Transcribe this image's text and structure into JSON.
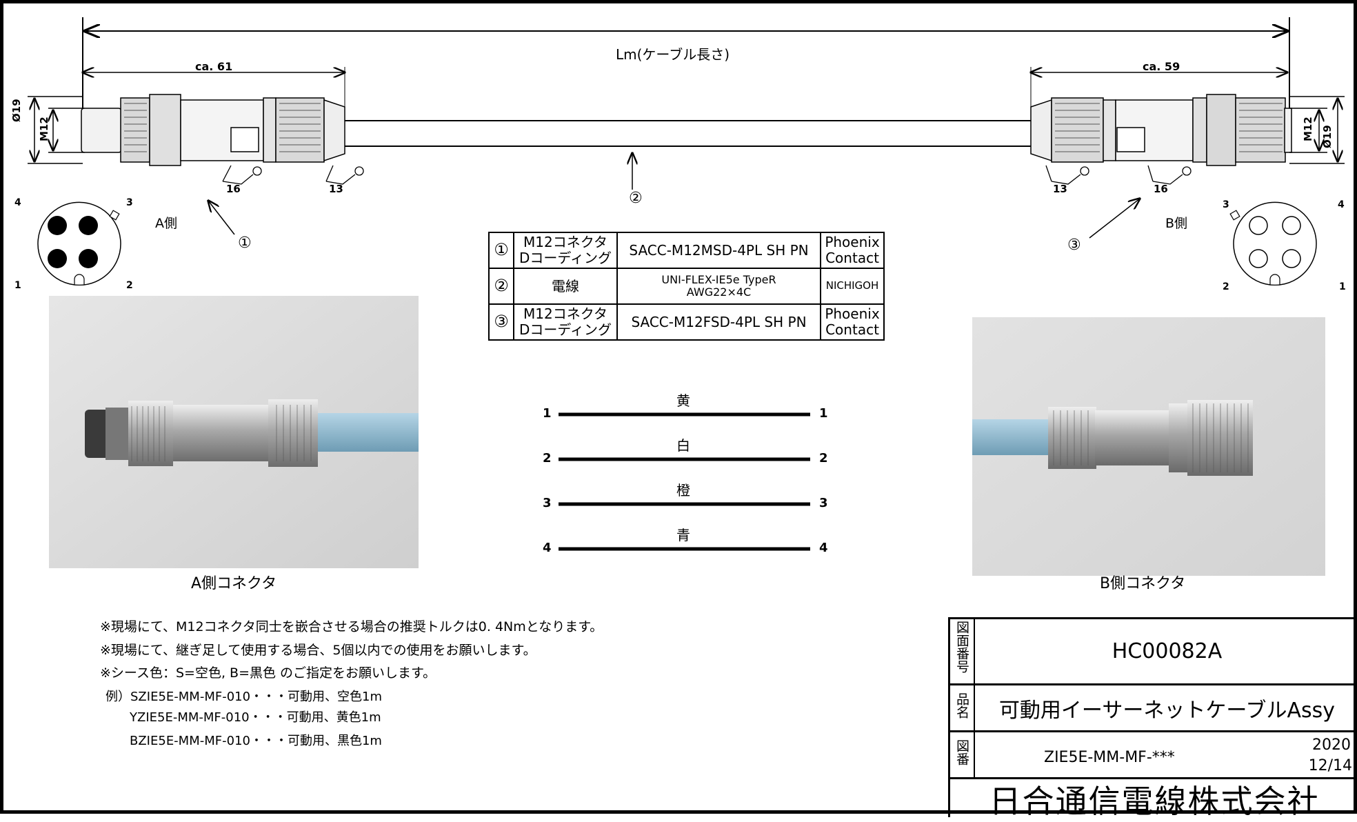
{
  "dimensions": {
    "cable_length": "Lm(ケーブル長さ)",
    "a_length": "ca. 61",
    "b_length": "ca. 59",
    "dia19": "Ø19",
    "m12": "M12",
    "wrench_16": "16",
    "wrench_13": "13"
  },
  "side_labels": {
    "a": "A側",
    "b": "B側"
  },
  "callouts": {
    "c1": "①",
    "c2": "②",
    "c3": "③"
  },
  "pin_numbers": {
    "p1": "1",
    "p2": "2",
    "p3": "3",
    "p4": "4"
  },
  "parts_table": [
    {
      "no": "①",
      "name_l1": "M12コネクタ",
      "name_l2": "Dコーディング",
      "model": "SACC-M12MSD-4PL SH PN",
      "maker_l1": "Phoenix",
      "maker_l2": "Contact"
    },
    {
      "no": "②",
      "name_l1": "電線",
      "name_l2": "",
      "model_l1": "UNI-FLEX-IE5e TypeR",
      "model_l2": "AWG22×4C",
      "maker_l1": "NICHIGOH",
      "maker_l2": ""
    },
    {
      "no": "③",
      "name_l1": "M12コネクタ",
      "name_l2": "Dコーディング",
      "model": "SACC-M12FSD-4PL SH PN",
      "maker_l1": "Phoenix",
      "maker_l2": "Contact"
    }
  ],
  "wiring": [
    {
      "left": "1",
      "color": "黄",
      "right": "1"
    },
    {
      "left": "2",
      "color": "白",
      "right": "2"
    },
    {
      "left": "3",
      "color": "橙",
      "right": "3"
    },
    {
      "left": "4",
      "color": "青",
      "right": "4"
    }
  ],
  "photo_captions": {
    "a": "A側コネクタ",
    "b": "B側コネクタ"
  },
  "notes": [
    "※現場にて、M12コネクタ同士を嵌合させる場合の推奨トルクは0. 4Nmとなります。",
    "※現場にて、継ぎ足して使用する場合、5個以内での使用をお願いします。",
    "※シース色：S=空色, B=黒色 のご指定をお願いします。",
    "例）SZIE5E-MM-MF-010・・・可動用、空色1m",
    "YZIE5E-MM-MF-010・・・可動用、黄色1m",
    "BZIE5E-MM-MF-010・・・可動用、黒色1m"
  ],
  "title_block": {
    "label_drawing_no": "図面番号",
    "drawing_no": "HC00082A",
    "label_name": "品名",
    "product_name": "可動用イーサーネットケーブルAssy",
    "label_fig": "図番",
    "fig_no": "ZIE5E-MM-MF-***",
    "year": "2020",
    "date": "12/14",
    "company": "日合通信電線株式会社"
  },
  "colors": {
    "cable_blue": "#8fb8cf",
    "metal": "#b9b9b9",
    "photo_bg": "#dcdcdc"
  }
}
